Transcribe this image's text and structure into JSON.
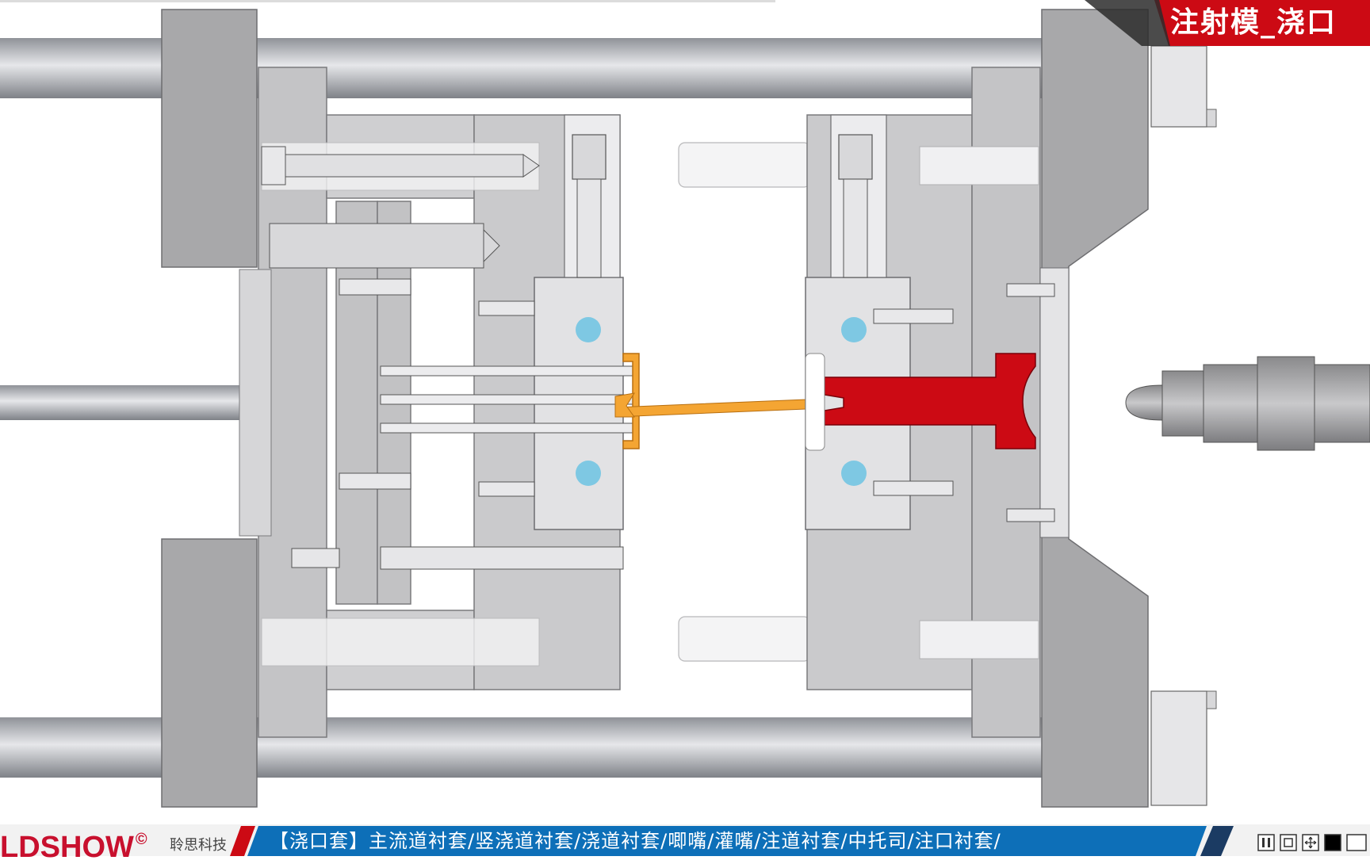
{
  "title": "注射模_浇口",
  "footer": {
    "brand": "LDSHOW",
    "brand_mark": "©",
    "company": "聆思科技",
    "caption": "【浇口套】主流道衬套/竖浇道衬套/浇道衬套/唧嘴/灌嘴/注道衬套/中托司/注口衬套/"
  },
  "controls": [
    {
      "icon": "pause-icon"
    },
    {
      "icon": "stop-icon"
    },
    {
      "icon": "move-icon"
    },
    {
      "icon": "black-swatch-icon"
    },
    {
      "icon": "white-swatch-icon"
    }
  ],
  "colors": {
    "accent_red": "#cc0a14",
    "footer_blue": "#0d6fb8",
    "sprue_orange": "#f4a533",
    "cooling_blue": "#7ec8e3",
    "platen_gray": "#a8a8aa",
    "plate_gray": "#c8c8ca"
  }
}
